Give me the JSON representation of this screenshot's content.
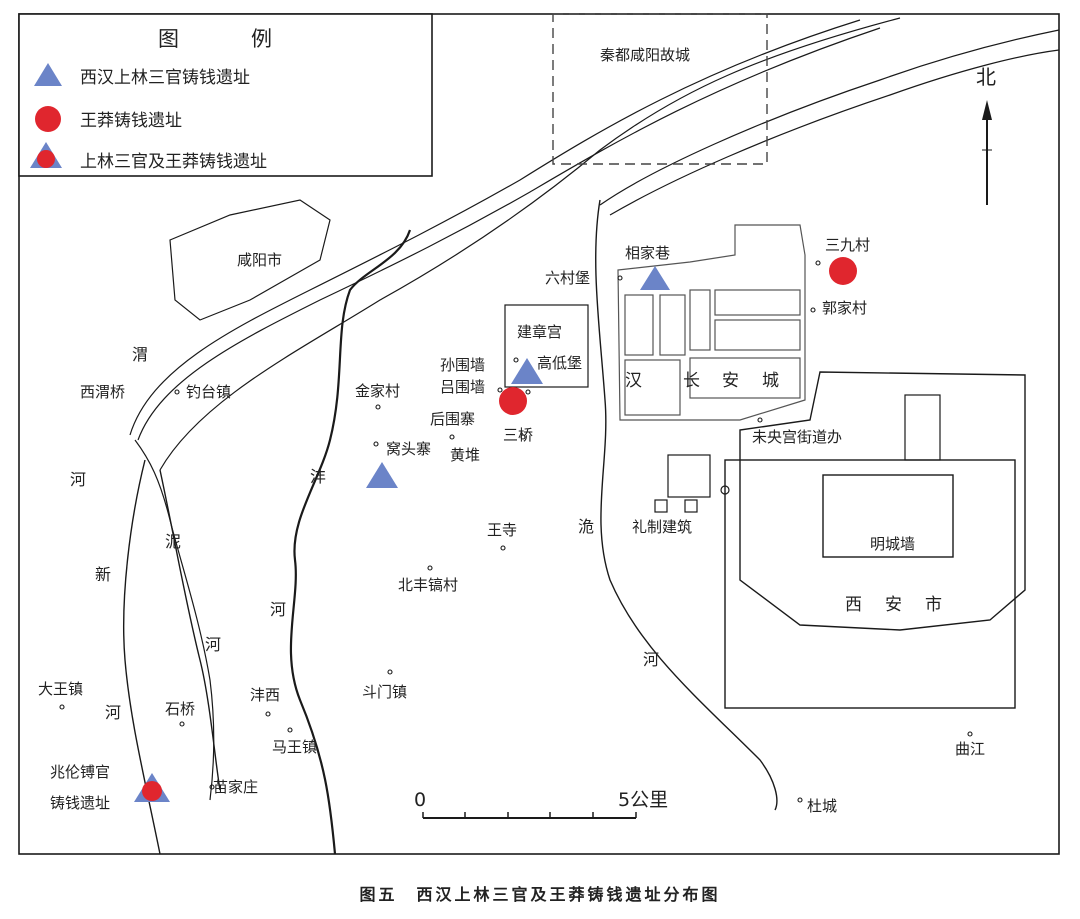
{
  "caption": "图五　西汉上林三官及王莽铸钱遗址分布图",
  "legend": {
    "title": "图　　例",
    "items": [
      {
        "symbol": "triangle",
        "label": "西汉上林三官铸钱遗址"
      },
      {
        "symbol": "circle",
        "label": "王莽铸钱遗址"
      },
      {
        "symbol": "triangle-circle",
        "label": "上林三官及王莽铸钱遗址"
      }
    ]
  },
  "north_arrow": {
    "label": "北"
  },
  "scale_bar": {
    "start_label": "0",
    "end_label": "5公里"
  },
  "colors": {
    "triangle": "#6b84c8",
    "circle": "#e0262e",
    "line": "#1a1a1a",
    "road": "#555555"
  },
  "areas": {
    "qin_city": "秦都咸阳故城",
    "xianyang": "咸阳市",
    "jianzhang": "建章宫",
    "hanchangan": [
      "汉",
      "长",
      "安",
      "城"
    ],
    "ming_wall": "明城墙",
    "xian": [
      "西",
      "安",
      "市"
    ]
  },
  "rivers": {
    "wei": [
      "渭",
      "河"
    ],
    "feng": [
      "沣",
      "河"
    ],
    "xinni": [
      "新",
      "泥",
      "河",
      "河"
    ],
    "jue": [
      "洈",
      "河"
    ]
  },
  "places": {
    "xiweiqiao": "西渭桥",
    "diaotai": "钓台镇",
    "jinjia": "金家村",
    "wotouzhai": "窝头寨",
    "houweizhai": "后围寨",
    "huangdui": "黄堆",
    "sunweiqiang": "孙围墙",
    "lvweiqiang": "吕围墙",
    "gaodipu": "高低堡",
    "sanqiao": "三桥",
    "liucunbao": "六村堡",
    "xiangjiaxiang": "相家巷",
    "sanjiucun": "三九村",
    "guojiacun": "郭家村",
    "weiyanggong": "未央宫街道办",
    "lizhi": "礼制建筑",
    "wangsi": "王寺",
    "beifenggao": "北丰镐村",
    "doumen": "斗门镇",
    "fengxi": "沣西",
    "mawang": "马王镇",
    "dawang": "大王镇",
    "shiqiao": "石桥",
    "miaojia": "苗家庄",
    "zhaolun1": "兆伦镈官",
    "zhaolun2": "铸钱遗址",
    "qujiang": "曲江",
    "ducheng": "杜城"
  }
}
